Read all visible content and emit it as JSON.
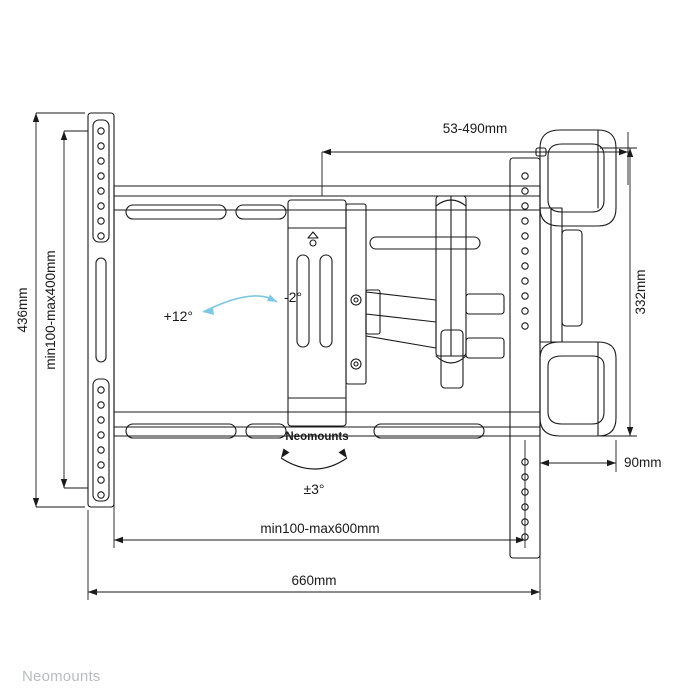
{
  "product": {
    "brand_logo_text": "Neomounts",
    "footer_brand": "Neomounts"
  },
  "dimensions": {
    "top_extension": "53-490mm",
    "left_overall_height": "436mm",
    "left_vesa_height": "min100-max400mm",
    "right_bracket_height": "332mm",
    "right_depth": "90mm",
    "bottom_vesa_width": "min100-max600mm",
    "bottom_overall_width": "660mm"
  },
  "angles": {
    "tilt_up": "+12°",
    "tilt_down": "-2°",
    "rotation": "±3°"
  },
  "colors": {
    "line": "#1a1a1a",
    "accent_arc": "#7ec8e3",
    "footer_text": "#b9bcbe"
  }
}
